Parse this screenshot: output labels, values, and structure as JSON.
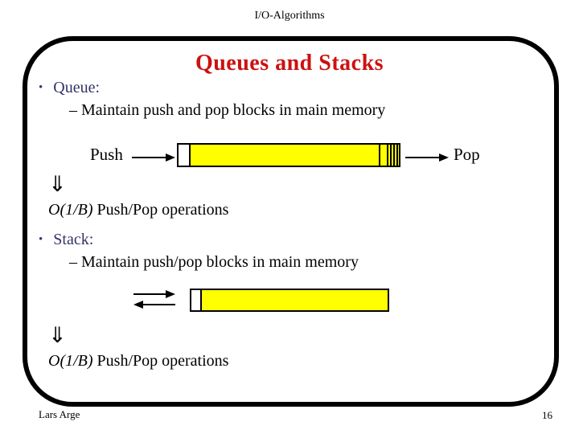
{
  "page": {
    "header": "I/O-Algorithms",
    "footer": {
      "author": "Lars Arge",
      "page_number": "16"
    }
  },
  "slide": {
    "title": "Queues and Stacks",
    "colors": {
      "title_red": "#CC1111",
      "bullet_navy": "#333366",
      "block_yellow": "#FFFF00",
      "border_black": "#000000"
    },
    "queue": {
      "bullet": "•",
      "label": "Queue:",
      "sub_bullet": "– Maintain push and pop blocks in main memory",
      "push_label": "Push",
      "pop_label": "Pop",
      "implies": "⇓",
      "complexity": "O(1/B)",
      "complexity_rest": " Push/Pop operations"
    },
    "stack": {
      "bullet": "•",
      "label": "Stack:",
      "sub_bullet": "– Maintain push/pop blocks in main memory",
      "implies": "⇓",
      "complexity": "O(1/B)",
      "complexity_rest": " Push/Pop operations"
    }
  }
}
